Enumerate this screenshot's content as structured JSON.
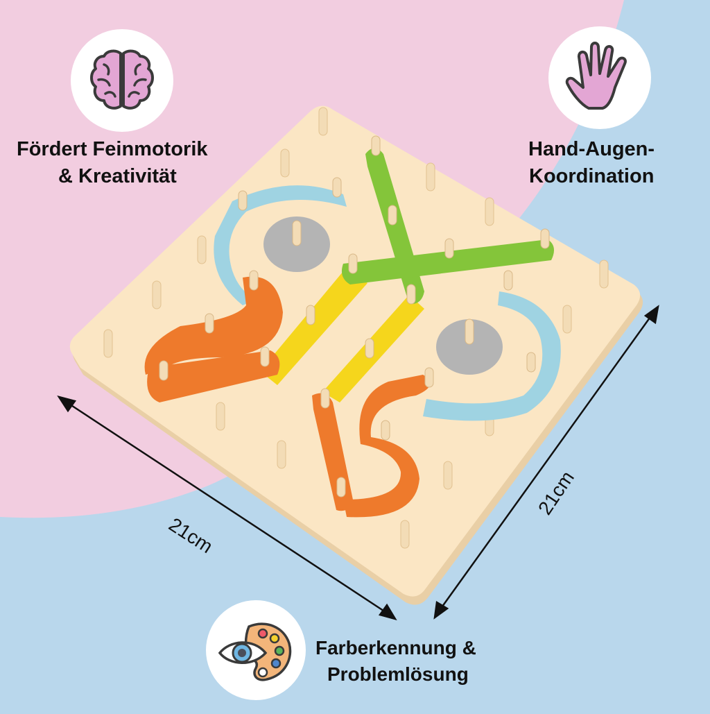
{
  "colors": {
    "background_pink": "#f2cde0",
    "background_blue": "#b9d7ec",
    "board": "#fbe6c4",
    "peg": "#f3dcb6",
    "orange": "#ee7a2c",
    "yellow": "#f5d61c",
    "green": "#84c53a",
    "light_blue": "#9fd3e2",
    "gray": "#b0b0b0",
    "icon_pink": "#e3a6d4"
  },
  "features": [
    {
      "icon": "brain-icon",
      "line1": "Fördert Feinmotorik",
      "line2": "& Kreativität"
    },
    {
      "icon": "hand-icon",
      "line1": "Hand-Augen-",
      "line2": "Koordination"
    },
    {
      "icon": "eye-palette-icon",
      "line1": "Farberkennung &",
      "line2": "Problemlösung"
    }
  ],
  "dimensions": {
    "width_label": "21cm",
    "depth_label": "21cm"
  },
  "product": {
    "description": "Wooden geoboard peg board with colored shape pieces"
  }
}
